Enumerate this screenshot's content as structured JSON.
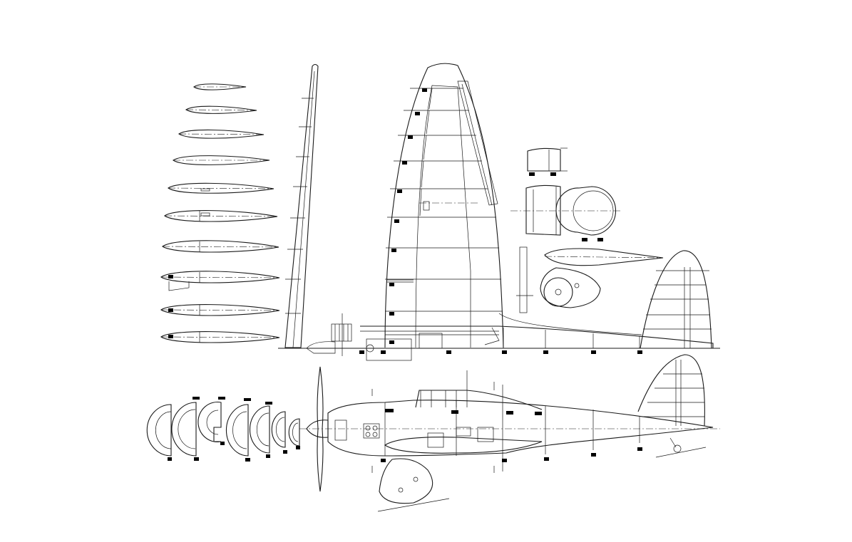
{
  "drawing": {
    "kind": "model aircraft plan",
    "line_color": "#1a1a1a",
    "background": "#ffffff",
    "part_tag_color": "#000000",
    "airfoil_rib_count": 10,
    "fuselage_former_count": 7
  }
}
